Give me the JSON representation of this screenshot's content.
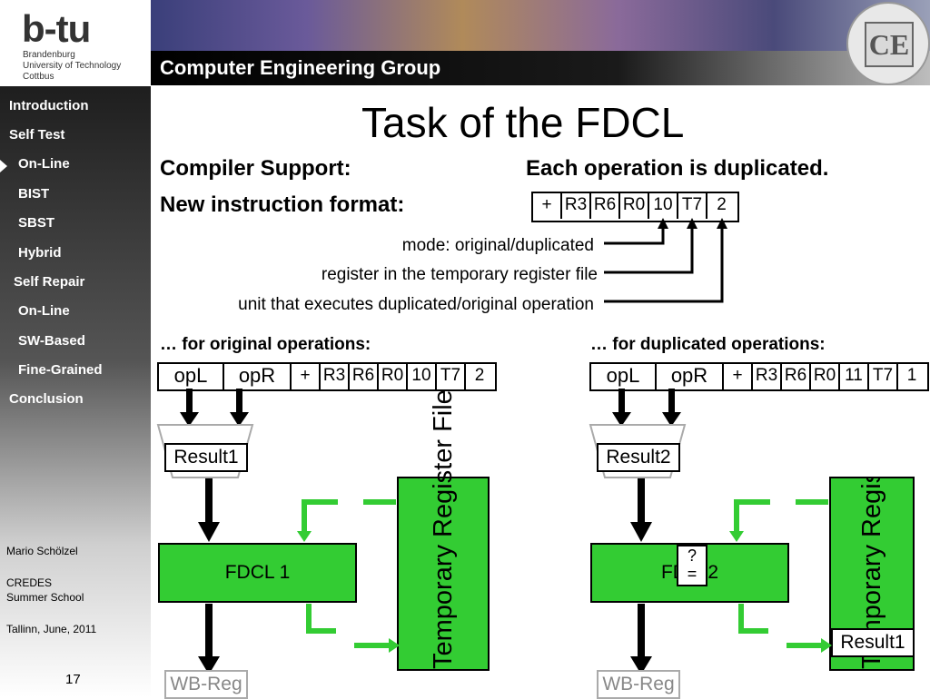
{
  "header": {
    "logo": "b-tu",
    "university": [
      "Brandenburg",
      "University of Technology",
      "Cottbus"
    ],
    "group": "Computer Engineering Group",
    "ce_badge": "CE"
  },
  "sidebar": {
    "items": [
      {
        "label": "Introduction"
      },
      {
        "label": "Self Test"
      },
      {
        "label": "On-Line"
      },
      {
        "label": "BIST"
      },
      {
        "label": "SBST"
      },
      {
        "label": "Hybrid"
      },
      {
        "label": "Self Repair"
      },
      {
        "label": "On-Line"
      },
      {
        "label": "SW-Based"
      },
      {
        "label": "Fine-Grained"
      },
      {
        "label": "Conclusion"
      }
    ],
    "author": "Mario Schölzel",
    "event1": "CREDES",
    "event2": "Summer School",
    "place": "Tallinn, June, 2011",
    "page": "17"
  },
  "slide": {
    "title": "Task of the FDCL",
    "compiler_support": "Compiler Support:",
    "duplicated_note": "Each operation is duplicated.",
    "instr_format": "New instruction format:",
    "format_cells": [
      "+",
      "R3",
      "R6",
      "R0",
      "10",
      "T7",
      "2"
    ],
    "label_mode": "mode: original/duplicated",
    "label_reg": "register in the temporary register file",
    "label_unit": "unit that executes duplicated/original operation",
    "orig_title": "… for original operations:",
    "dup_title": "… for duplicated operations:",
    "orig_cells": [
      "opL",
      "opR",
      "+",
      "R3",
      "R6",
      "R0",
      "10",
      "T7",
      "2"
    ],
    "dup_cells": [
      "opL",
      "opR",
      "+",
      "R3",
      "R6",
      "R0",
      "11",
      "T7",
      "1"
    ],
    "result1": "Result1",
    "result2": "Result2",
    "fdcl1": "FDCL 1",
    "fdcl2": "FD    2",
    "compare_q": "?",
    "compare_eq": "=",
    "trf": "Temporary Register File",
    "trf2": "Temporary Register File",
    "trf_result": "Result1",
    "wb1": "WB-Reg",
    "wb2": "WB-Reg"
  }
}
